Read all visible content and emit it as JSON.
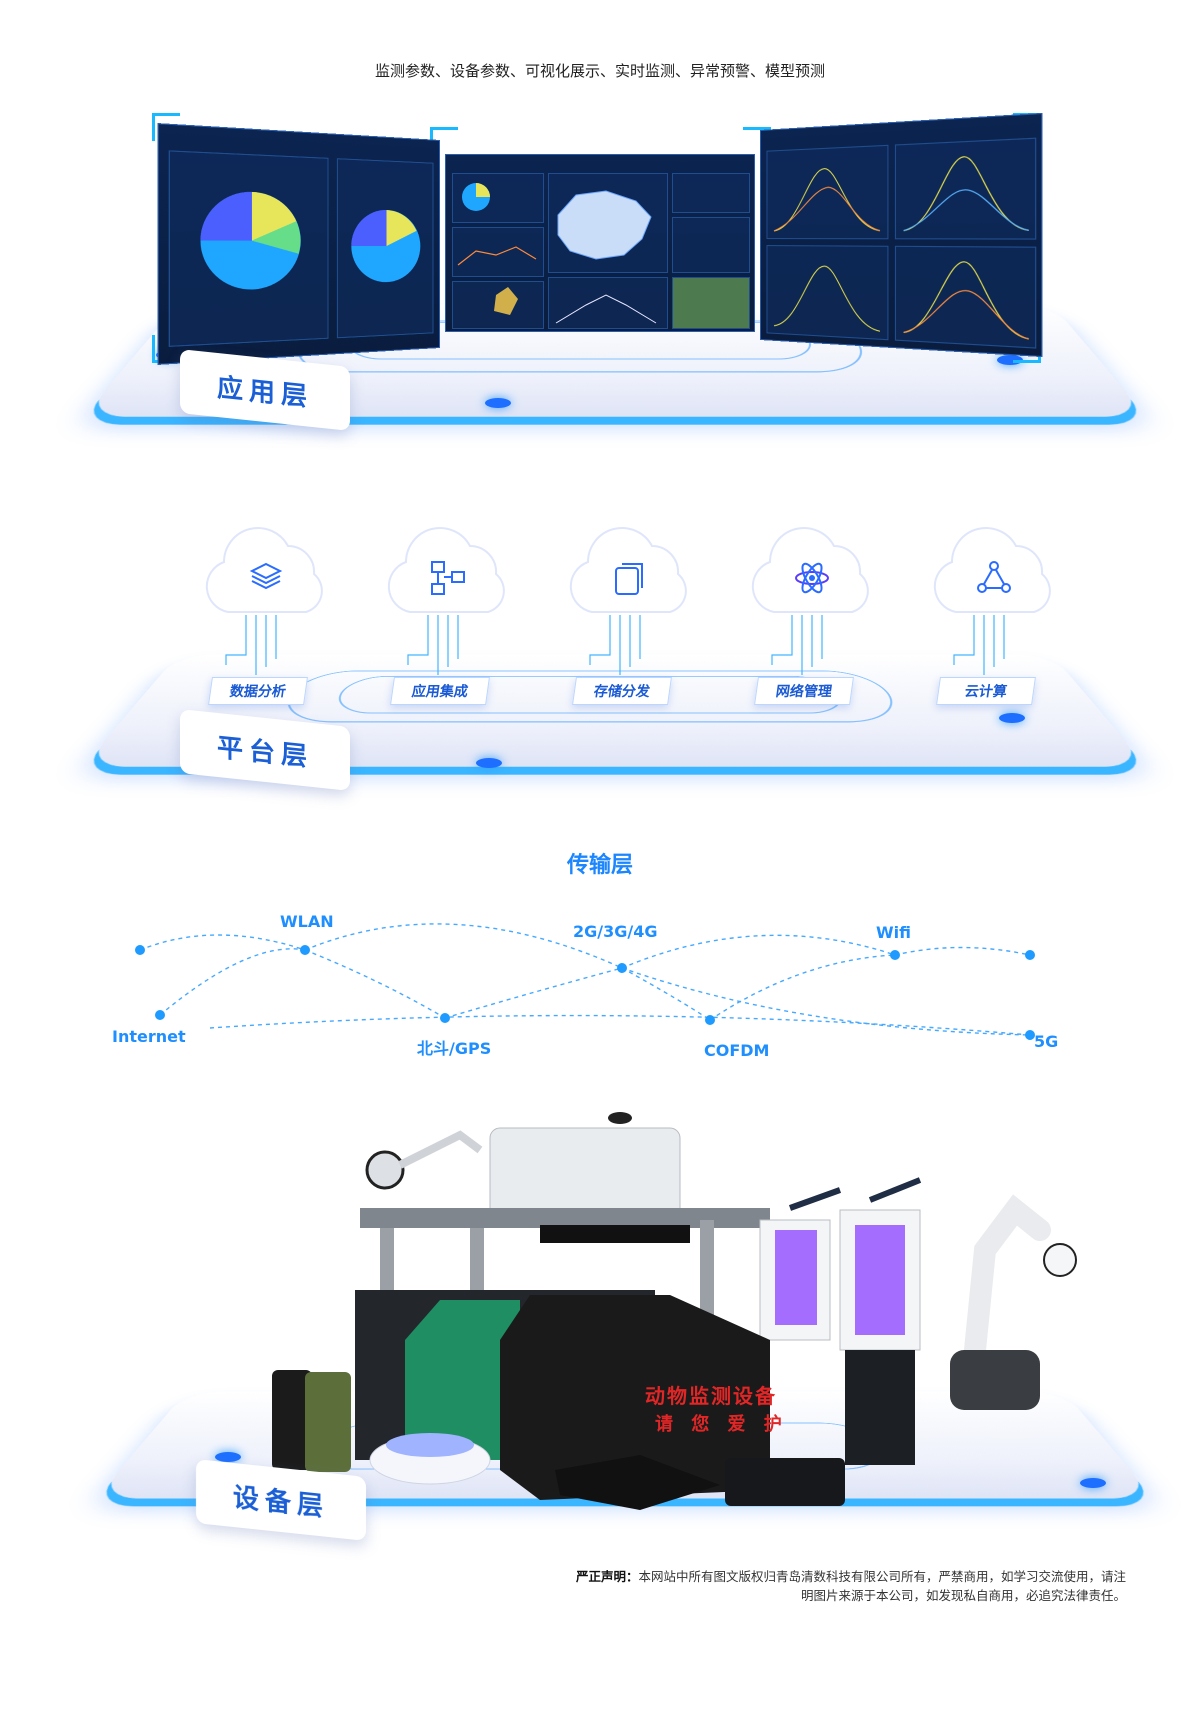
{
  "caption": "监测参数、设备参数、可视化展示、实时监测、异常预警、模型预测",
  "layers": {
    "application": "应用层",
    "platform": "平台层",
    "transport": "传输层",
    "device": "设备层"
  },
  "platform_items": [
    {
      "label": "数据分析",
      "icon": "data-cube-icon"
    },
    {
      "label": "应用集成",
      "icon": "flowchart-icon"
    },
    {
      "label": "存储分发",
      "icon": "stacked-pages-icon"
    },
    {
      "label": "网络管理",
      "icon": "atom-icon"
    },
    {
      "label": "云计算",
      "icon": "network-triangle-icon"
    }
  ],
  "transport_nodes": {
    "wlan": "WLAN",
    "g234": "2G/3G/4G",
    "wifi": "Wifi",
    "internet": "Internet",
    "beidou": "北斗/GPS",
    "cofdm": "COFDM",
    "g5": "5G"
  },
  "device_box_text": {
    "line1": "动物监测设备",
    "line2": "请 您 爱 护"
  },
  "footer": {
    "bold": "严正声明：",
    "text": "本网站中所有图文版权归青岛清数科技有限公司所有，严禁商用，如学习交流使用，请注明图片来源于本公司，如发现私自商用，必追究法律责任。"
  },
  "colors": {
    "accent": "#1c86ff",
    "screen_bg": "#0b2450",
    "platform_edge": "#3ab5ff"
  }
}
